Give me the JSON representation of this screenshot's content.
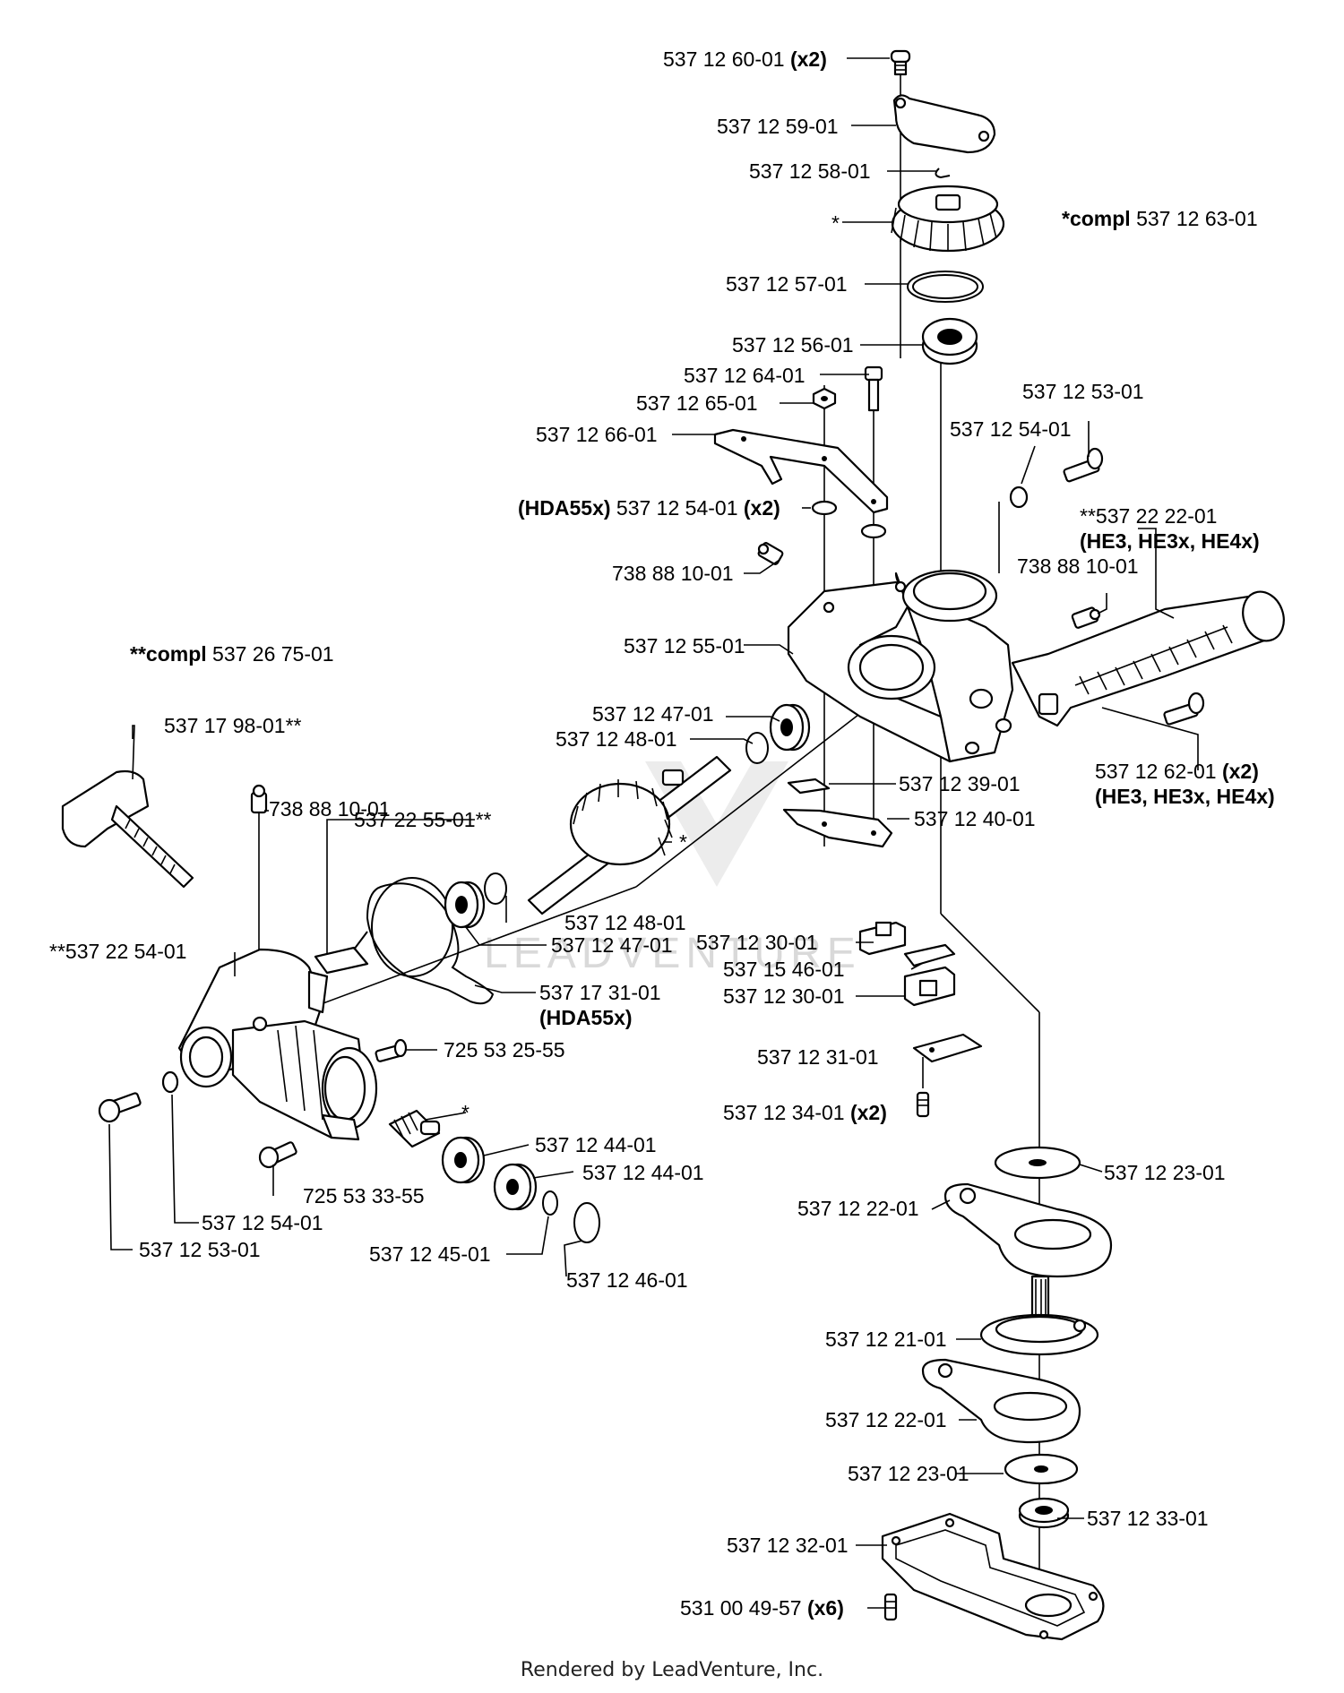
{
  "parts": [
    {
      "id": "p1",
      "number": "537 12 60-01",
      "suffix": "(x2)"
    },
    {
      "id": "p2",
      "number": "537 12 59-01",
      "suffix": ""
    },
    {
      "id": "p3",
      "number": "537 12 58-01",
      "suffix": ""
    },
    {
      "id": "p4",
      "number": "*",
      "suffix": ""
    },
    {
      "id": "p5",
      "prefix": "*compl",
      "number": "537 12 63-01",
      "suffix": ""
    },
    {
      "id": "p6",
      "number": "537 12 57-01",
      "suffix": ""
    },
    {
      "id": "p7",
      "number": "537 12 56-01",
      "suffix": ""
    },
    {
      "id": "p8",
      "number": "537 12 64-01",
      "suffix": ""
    },
    {
      "id": "p9",
      "number": "537 12 65-01",
      "suffix": ""
    },
    {
      "id": "p10",
      "number": "537 12 53-01",
      "suffix": ""
    },
    {
      "id": "p11",
      "number": "537 12 66-01",
      "suffix": ""
    },
    {
      "id": "p12",
      "number": "537 12 54-01",
      "suffix": ""
    },
    {
      "id": "p13",
      "prefix": "(HDA55x)",
      "number": "537 12 54-01",
      "suffix": "(x2)"
    },
    {
      "id": "p14",
      "number": "**537 22 22-01",
      "suffix": ""
    },
    {
      "id": "p14b",
      "number": "",
      "suffix": "(HE3, HE3x, HE4x)"
    },
    {
      "id": "p15",
      "number": "738 88 10-01",
      "suffix": ""
    },
    {
      "id": "p16",
      "number": "738 88 10-01",
      "suffix": ""
    },
    {
      "id": "p17",
      "prefix": "**compl",
      "number": "537 26 75-01",
      "suffix": ""
    },
    {
      "id": "p18",
      "number": "537 12 55-01",
      "suffix": ""
    },
    {
      "id": "p19",
      "number": "537 12 47-01",
      "suffix": ""
    },
    {
      "id": "p20",
      "number": "537 17 98-01**",
      "suffix": ""
    },
    {
      "id": "p21",
      "number": "537 12 48-01",
      "suffix": ""
    },
    {
      "id": "p22",
      "number": "537 12 62-01",
      "suffix": "(x2)"
    },
    {
      "id": "p22b",
      "number": "",
      "suffix": "(HE3, HE3x, HE4x)"
    },
    {
      "id": "p23",
      "number": "537 12 39-01",
      "suffix": ""
    },
    {
      "id": "p24",
      "number": "738 88 10-01",
      "suffix": ""
    },
    {
      "id": "p25",
      "number": "*",
      "suffix": ""
    },
    {
      "id": "p26",
      "number": "537 22 55-01**",
      "suffix": ""
    },
    {
      "id": "p27",
      "number": "537 12 40-01",
      "suffix": ""
    },
    {
      "id": "p28",
      "number": "537 12 48-01",
      "suffix": ""
    },
    {
      "id": "p29",
      "number": "537 12 30-01",
      "suffix": ""
    },
    {
      "id": "p30",
      "number": "**537 22 54-01",
      "suffix": ""
    },
    {
      "id": "p31",
      "number": "537 12 47-01",
      "suffix": ""
    },
    {
      "id": "p32",
      "number": "537 15 46-01",
      "suffix": ""
    },
    {
      "id": "p33",
      "number": "537 17 31-01",
      "suffix": ""
    },
    {
      "id": "p33b",
      "number": "",
      "suffix": "(HDA55x)"
    },
    {
      "id": "p34",
      "number": "537 12 30-01",
      "suffix": ""
    },
    {
      "id": "p35",
      "number": "725 53 25-55",
      "suffix": ""
    },
    {
      "id": "p36",
      "number": "537 12 31-01",
      "suffix": ""
    },
    {
      "id": "p37",
      "number": "537 12 34-01",
      "suffix": "(x2)"
    },
    {
      "id": "p38",
      "number": "*",
      "suffix": ""
    },
    {
      "id": "p39",
      "number": "537 12 44-01",
      "suffix": ""
    },
    {
      "id": "p40",
      "number": "537 12 44-01",
      "suffix": ""
    },
    {
      "id": "p41",
      "number": "537 12 23-01",
      "suffix": ""
    },
    {
      "id": "p42",
      "number": "725 53 33-55",
      "suffix": ""
    },
    {
      "id": "p43",
      "number": "537 12 22-01",
      "suffix": ""
    },
    {
      "id": "p44",
      "number": "537 12 54-01",
      "suffix": ""
    },
    {
      "id": "p45",
      "number": "537 12 53-01",
      "suffix": ""
    },
    {
      "id": "p46",
      "number": "537 12 45-01",
      "suffix": ""
    },
    {
      "id": "p47",
      "number": "537 12 46-01",
      "suffix": ""
    },
    {
      "id": "p48",
      "number": "537 12 21-01",
      "suffix": ""
    },
    {
      "id": "p49",
      "number": "537 12 22-01",
      "suffix": ""
    },
    {
      "id": "p50",
      "number": "537 12 23-01",
      "suffix": ""
    },
    {
      "id": "p51",
      "number": "537 12 33-01",
      "suffix": ""
    },
    {
      "id": "p52",
      "number": "537 12 32-01",
      "suffix": ""
    },
    {
      "id": "p53",
      "number": "531 00 49-57",
      "suffix": "(x6)"
    }
  ],
  "watermark": "LEADVENTURE",
  "footer": "Rendered by LeadVenture, Inc."
}
